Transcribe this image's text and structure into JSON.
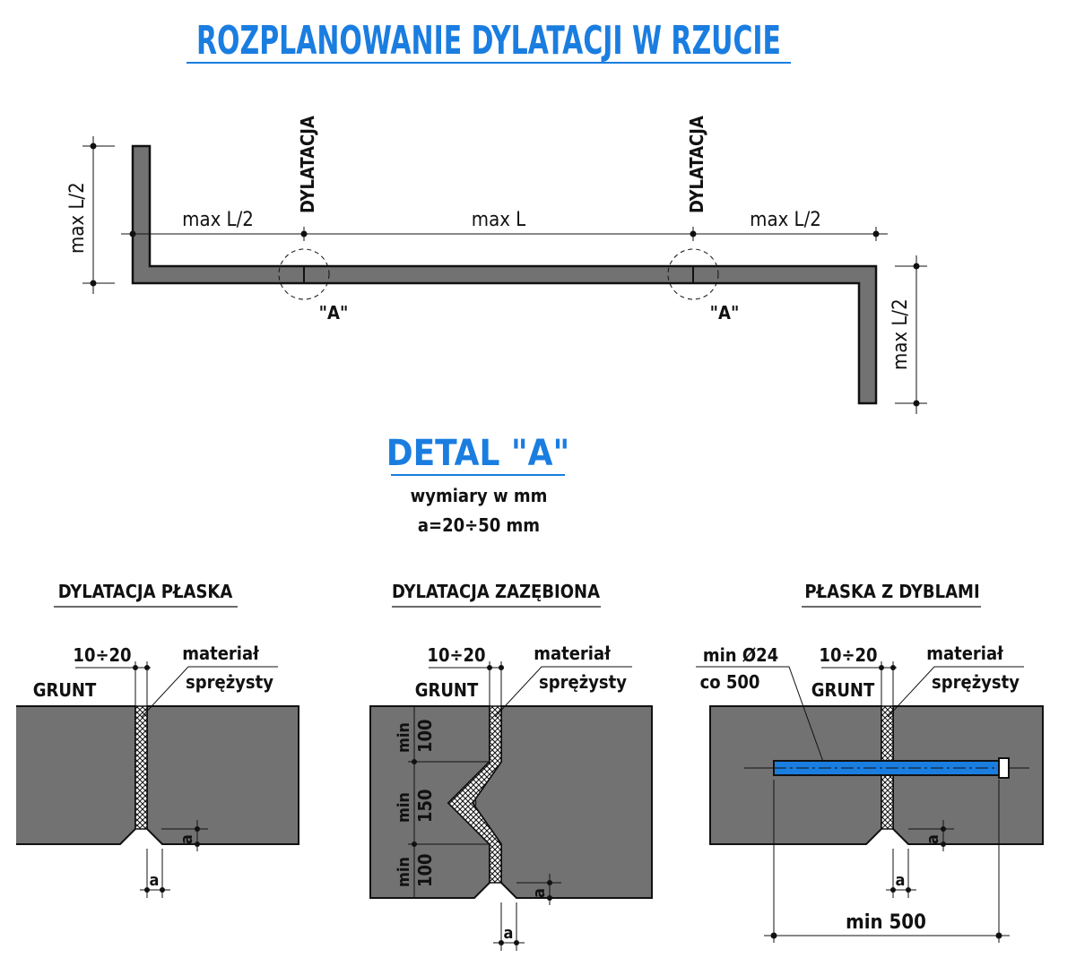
{
  "title": "ROZPLANOWANIE DYLATACJI W RZUCIE",
  "plan": {
    "dylatacja_label": "DYLATACJA",
    "max_l_half": "max L/2",
    "max_l": "max L",
    "detail_ref": "\"A\""
  },
  "detail": {
    "title": "DETAL \"A\"",
    "units": "wymiary w mm",
    "gap": "a=20÷50 mm"
  },
  "sections": [
    {
      "title": "DYLATACJA PŁASKA"
    },
    {
      "title": "DYLATACJA ZAZĘBIONA"
    },
    {
      "title": "PŁASKA Z DYBLAMI"
    }
  ],
  "labels": {
    "joint_width": "10÷20",
    "material_line1": "materiał",
    "material_line2": "sprężysty",
    "grunt": "GRUNT",
    "a": "a",
    "min": "min",
    "v100": "100",
    "v150": "150",
    "dowel_line1": "min Ø24",
    "dowel_line2": "co 500",
    "min500": "min 500"
  },
  "colors": {
    "accent": "#1a7de0",
    "slab": "#727272",
    "dowel": "#1a7de0",
    "line": "#111111"
  }
}
